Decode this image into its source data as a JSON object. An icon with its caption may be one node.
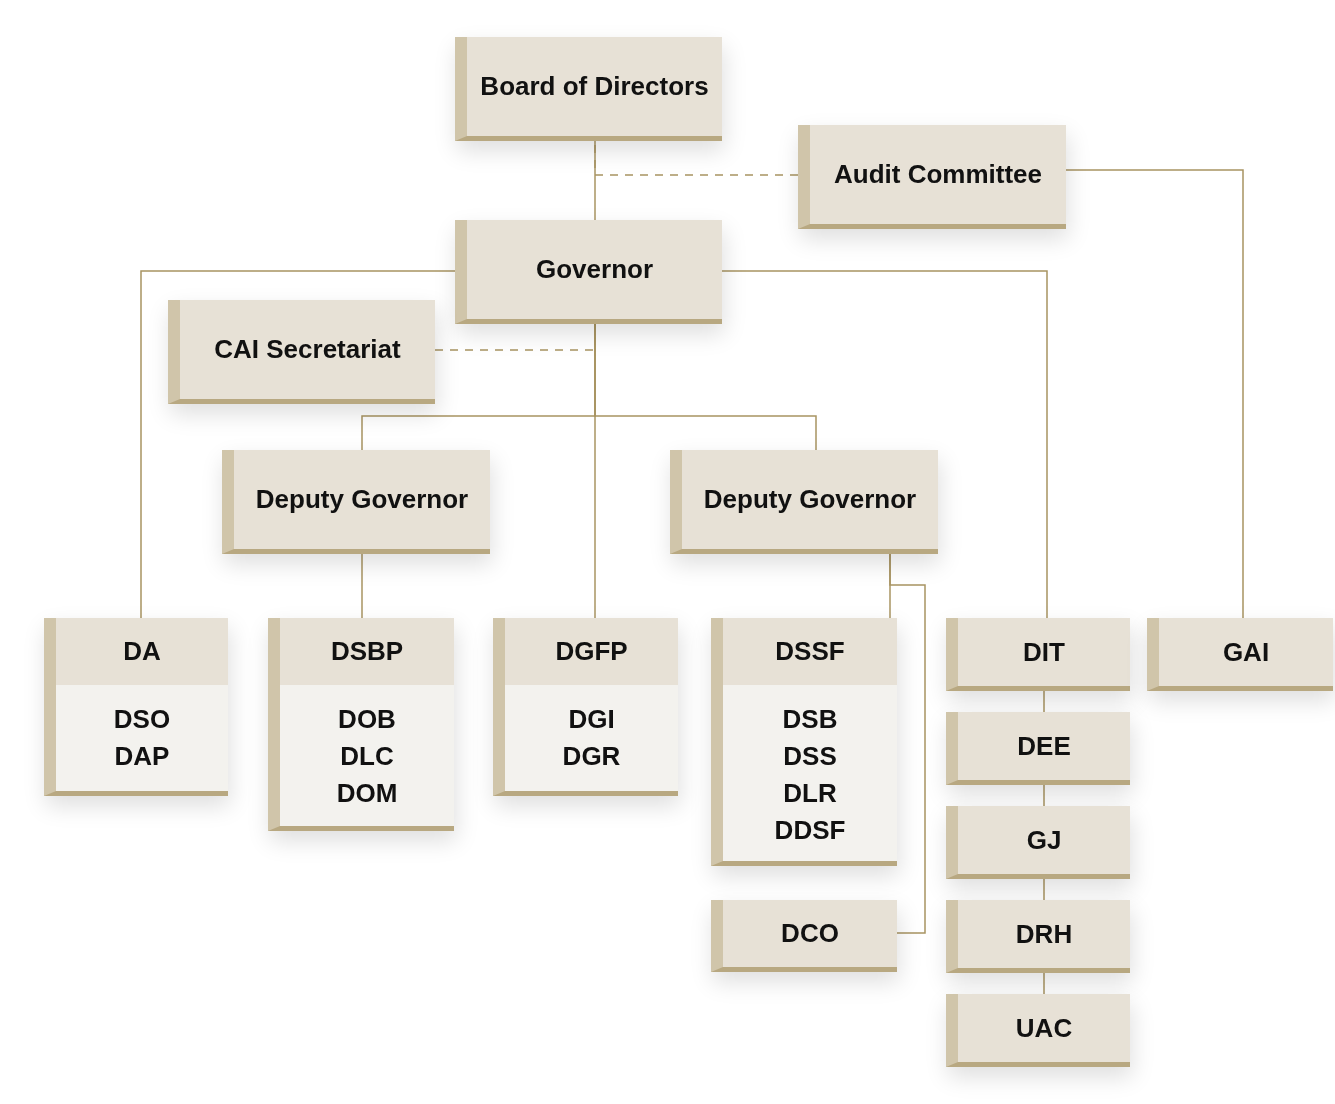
{
  "diagram": {
    "nodes": [
      {
        "text": [
          "Board of Directors"
        ]
      },
      {
        "text": [
          "Audit Committee"
        ]
      },
      {
        "text": [
          "Governor"
        ]
      },
      {
        "text": [
          "CAI Secretariat"
        ]
      },
      {
        "text": [
          "Deputy Governor"
        ]
      },
      {
        "text": [
          "Deputy Governor"
        ]
      },
      {
        "text": [
          "DA",
          "DSO",
          "DAP"
        ]
      },
      {
        "text": [
          "DSBP",
          "DOB",
          "DLC",
          "DOM"
        ]
      },
      {
        "text": [
          "DGFP",
          "DGI",
          "DGR"
        ]
      },
      {
        "text": [
          "DSSF",
          "DSB",
          "DSS",
          "DLR",
          "DDSF"
        ]
      },
      {
        "text": [
          "DCO"
        ]
      },
      {
        "text": [
          "DIT"
        ]
      },
      {
        "text": [
          "GAI"
        ]
      },
      {
        "text": [
          "DEE"
        ]
      },
      {
        "text": [
          "GJ"
        ]
      },
      {
        "text": [
          "DRH"
        ]
      },
      {
        "text": [
          "UAC"
        ]
      }
    ],
    "edges": [
      {
        "from": 0,
        "to": 2,
        "arrow": "none"
      },
      {
        "from": 1,
        "to": 0,
        "arrow": "none",
        "style": "dashed"
      },
      {
        "from": 1,
        "to": 12,
        "arrow": "none"
      },
      {
        "from": 2,
        "to": 6,
        "arrow": "none"
      },
      {
        "from": 2,
        "to": 11,
        "arrow": "none"
      },
      {
        "from": 3,
        "to": 2,
        "arrow": "none",
        "style": "dashed"
      },
      {
        "from": 2,
        "to": 8,
        "arrow": "none"
      },
      {
        "from": 2,
        "to": 4,
        "arrow": "none"
      },
      {
        "from": 2,
        "to": 5,
        "arrow": "none"
      },
      {
        "from": 4,
        "to": 7,
        "arrow": "none"
      },
      {
        "from": 5,
        "to": 9,
        "arrow": "none"
      },
      {
        "from": 5,
        "to": 10,
        "arrow": "none"
      },
      {
        "from": 11,
        "to": 13,
        "arrow": "none"
      },
      {
        "from": 13,
        "to": 14,
        "arrow": "none"
      },
      {
        "from": 14,
        "to": 15,
        "arrow": "none"
      },
      {
        "from": 15,
        "to": 16,
        "arrow": "none"
      }
    ]
  }
}
